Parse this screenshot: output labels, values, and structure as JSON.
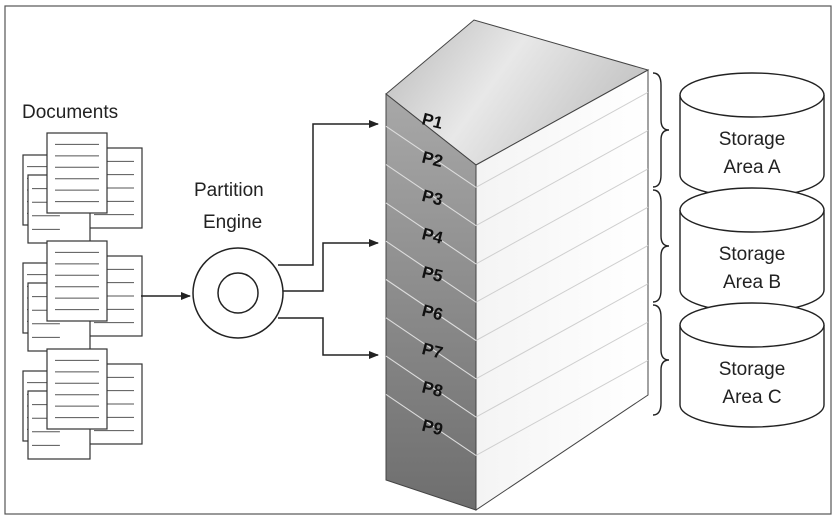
{
  "documents": {
    "label": "Documents"
  },
  "engine": {
    "line1": "Partition",
    "line2": "Engine"
  },
  "partitions": [
    "P1",
    "P2",
    "P3",
    "P4",
    "P5",
    "P6",
    "P7",
    "P8",
    "P9"
  ],
  "storage": [
    {
      "line1": "Storage",
      "line2": "Area A"
    },
    {
      "line1": "Storage",
      "line2": "Area B"
    },
    {
      "line1": "Storage",
      "line2": "Area C"
    }
  ],
  "colors": {
    "stroke": "#333333",
    "doc_fill": "#ffffff",
    "stack_front": "#8c8c8c",
    "stack_top": "#cfcfcf"
  }
}
